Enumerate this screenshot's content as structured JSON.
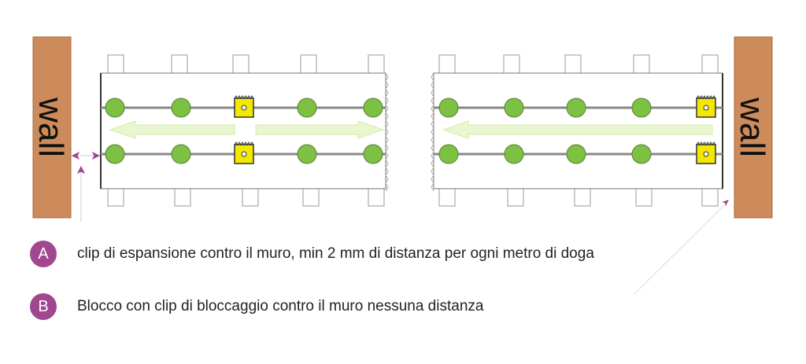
{
  "walls": {
    "left_label": "wall",
    "right_label": "wall"
  },
  "legend": [
    {
      "key": "A",
      "text": "clip di espansione contro il muro, min 2 mm di distanza per ogni metro di doga"
    },
    {
      "key": "B",
      "text": "Blocco con clip di bloccaggio contro il muro nessuna distanza"
    }
  ],
  "colors": {
    "wall": "#cd8a5a",
    "peg": "#7dc142",
    "clip": "#f2e800",
    "arrow": "#eaf6cf",
    "accent": "#a0478f"
  }
}
